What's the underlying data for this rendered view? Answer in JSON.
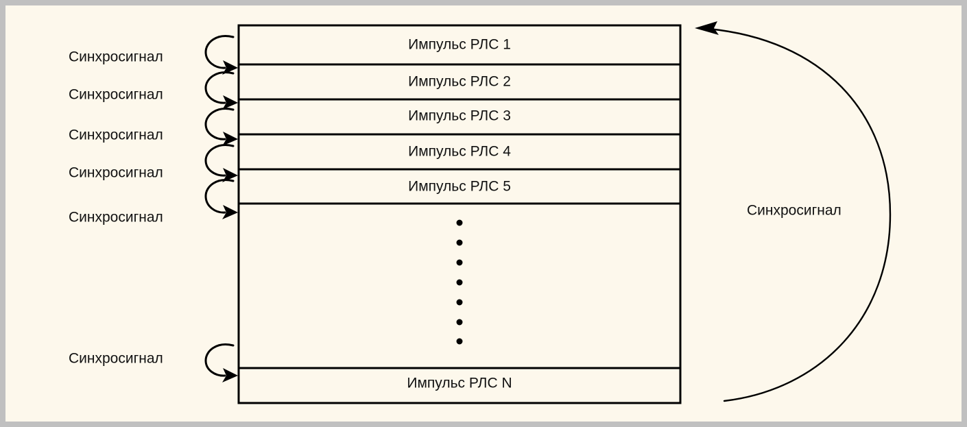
{
  "figure": {
    "title_present": false,
    "background_color": "#fdf8ec",
    "frame_border_color": "#c0c0c0",
    "line_color": "#000000"
  },
  "pulse_stack": {
    "name": "pulse-stack",
    "rows": [
      {
        "label": "Импульс РЛС 1"
      },
      {
        "label": "Импульс РЛС 2"
      },
      {
        "label": "Импульс РЛС 3"
      },
      {
        "label": "Импульс РЛС 4"
      },
      {
        "label": "Импульс РЛС 5"
      },
      {
        "label": ""
      },
      {
        "label": "Импульс РЛС N"
      }
    ],
    "ellipsis_dot_count": 7
  },
  "left_sync_labels": [
    {
      "text": "Синхросигнал"
    },
    {
      "text": "Синхросигнал"
    },
    {
      "text": "Синхросигнал"
    },
    {
      "text": "Синхросигнал"
    },
    {
      "text": "Синхросигнал"
    },
    {
      "text": "Синхросигнал"
    }
  ],
  "right_sync": {
    "label": "Синхросигнал"
  }
}
